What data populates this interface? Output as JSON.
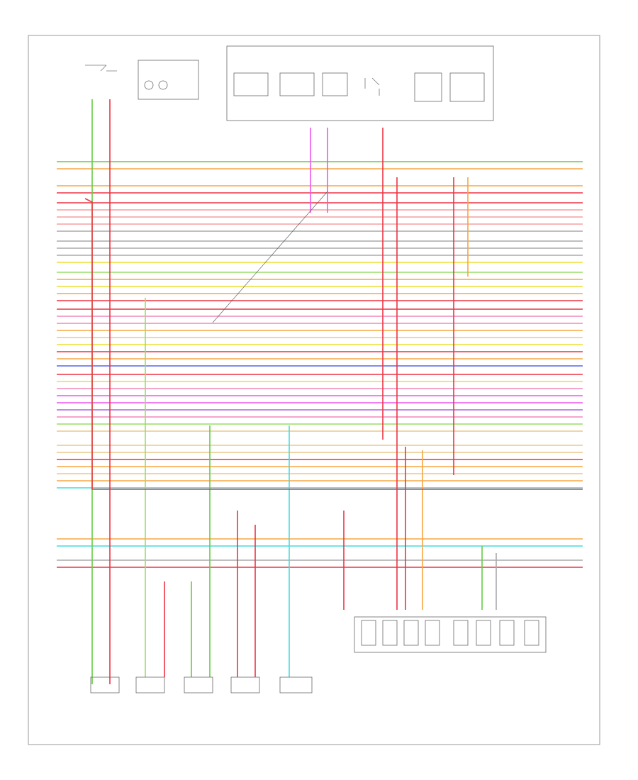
{
  "page_number": "",
  "top_labels": {
    "main_title": "",
    "fuel_tank_label": ""
  },
  "colors": {
    "orange": "#f7a640",
    "red": "#ee3344",
    "pink": "#f088b8",
    "green": "#66cc44",
    "lightgreen": "#99dd66",
    "yellow": "#eedd33",
    "blue": "#5566ee",
    "cyan": "#44dddd",
    "magenta": "#ee55ee",
    "violet": "#aa66dd",
    "grey": "#aaaaaa",
    "salmon": "#f4a0a0",
    "tan": "#e8c888"
  },
  "wires": [
    {
      "color": "green"
    },
    {
      "color": "orange"
    },
    {
      "color": "orange"
    },
    {
      "color": "red"
    },
    {
      "color": "red"
    },
    {
      "color": "salmon"
    },
    {
      "color": "salmon"
    },
    {
      "color": "salmon"
    },
    {
      "color": "grey"
    },
    {
      "color": "grey"
    },
    {
      "color": "grey"
    },
    {
      "color": "grey"
    },
    {
      "color": "yellow"
    },
    {
      "color": "lightgreen"
    },
    {
      "color": "orange"
    },
    {
      "color": "yellow"
    },
    {
      "color": "orange"
    },
    {
      "color": "red"
    },
    {
      "color": "red"
    },
    {
      "color": "pink"
    },
    {
      "color": "pink"
    },
    {
      "color": "orange"
    },
    {
      "color": "tan"
    },
    {
      "color": "yellow"
    },
    {
      "color": "red"
    },
    {
      "color": "orange"
    },
    {
      "color": "blue"
    },
    {
      "color": "red"
    },
    {
      "color": "yellow"
    },
    {
      "color": "pink"
    },
    {
      "color": "magenta"
    },
    {
      "color": "magenta"
    },
    {
      "color": "violet"
    },
    {
      "color": "pink"
    },
    {
      "color": "lightgreen"
    },
    {
      "color": "tan"
    },
    {
      "color": "tan"
    },
    {
      "color": "tan"
    },
    {
      "color": "red"
    },
    {
      "color": "orange"
    },
    {
      "color": "tan"
    },
    {
      "color": "orange"
    },
    {
      "color": "cyan"
    },
    {
      "color": "orange"
    },
    {
      "color": "cyan"
    },
    {
      "color": "grey"
    },
    {
      "color": "red"
    }
  ]
}
